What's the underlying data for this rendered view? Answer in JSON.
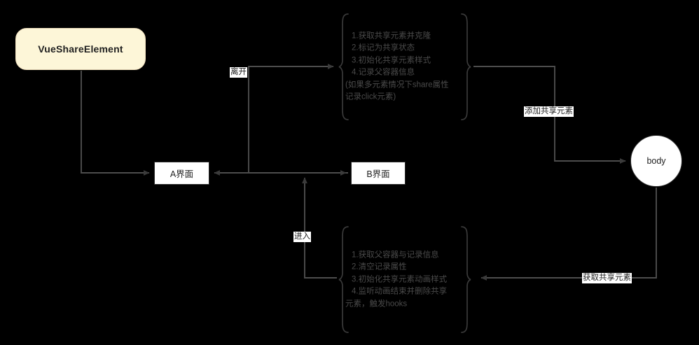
{
  "diagram": {
    "title_node": {
      "label": "VueShareElement"
    },
    "nodes": {
      "screen_a": "A界面",
      "screen_b": "B界面",
      "body": "body"
    },
    "edge_labels": {
      "leave": "离开",
      "enter": "进入",
      "add_share_element": "添加共享元素",
      "get_share_element": "获取共享元素"
    },
    "leave_block": {
      "line1": "1.获取共享元素并克隆",
      "line2": "2.标记为共享状态",
      "line3": "3.初始化共享元素样式",
      "line4": "4.记录父容器信息",
      "line5": "(如果多元素情况下share属性",
      "line6": "记录click元素)"
    },
    "enter_block": {
      "line1": "1.获取父容器与记录信息",
      "line2": "2.清空记录属性",
      "line3": "3.初始化共享元素动画样式",
      "line4": "4.监听动画结束并删除共享",
      "line5": "元素，触发hooks"
    },
    "colors": {
      "background": "#000000",
      "node_fill": "#fdf6d8",
      "node_border": "#f3e2c0",
      "box_fill": "#ffffff",
      "box_border": "#2b2b2b",
      "edge": "#4d4d4d",
      "brace": "#3a3a3a",
      "block_text": "#4a4a4a"
    }
  }
}
